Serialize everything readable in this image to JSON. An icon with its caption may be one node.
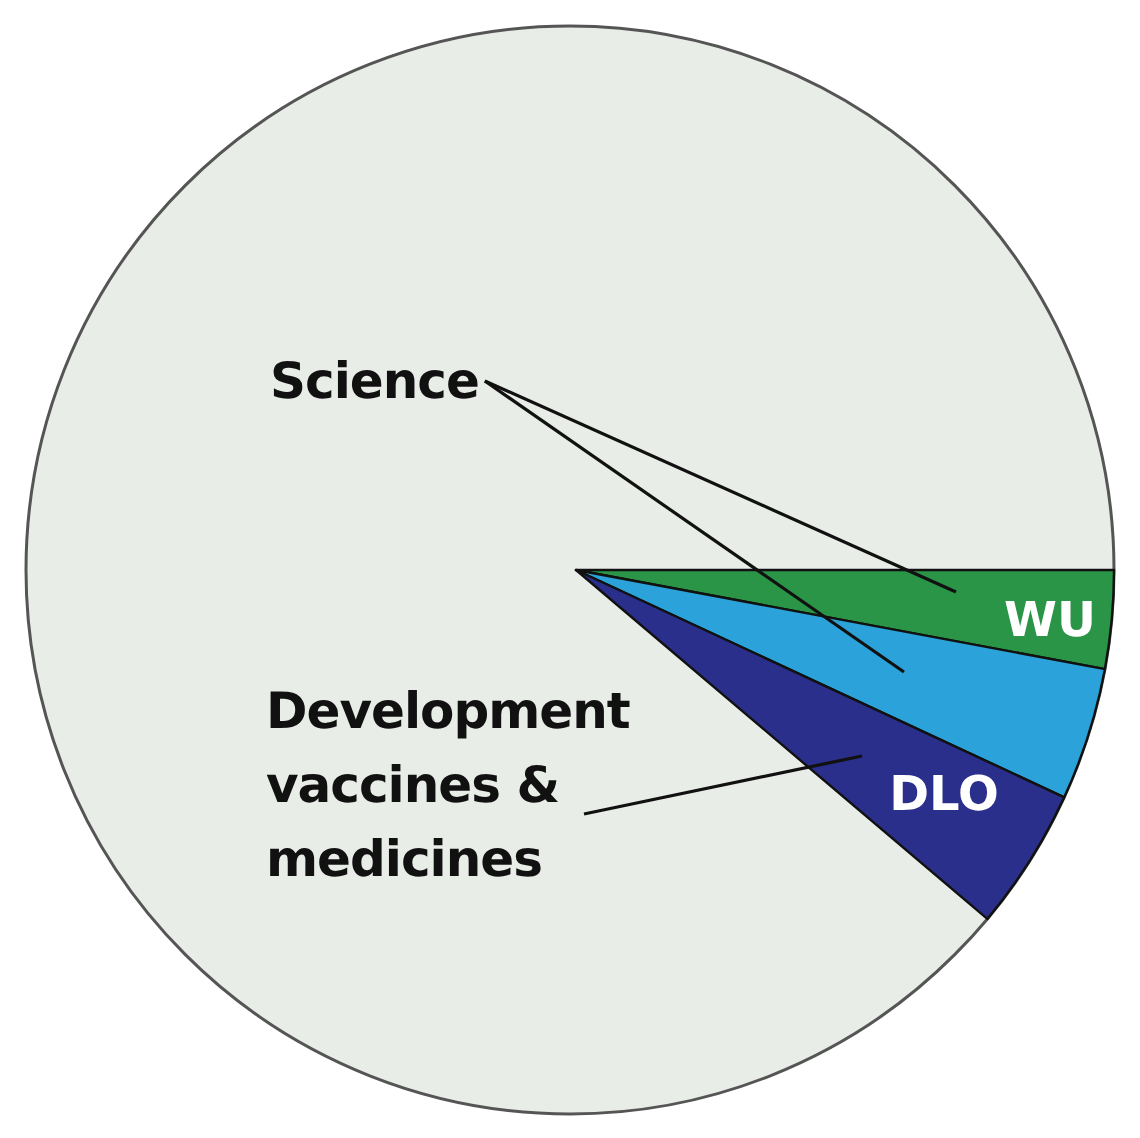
{
  "diagram": {
    "nodes": [
      {
        "text": [
          "Science"
        ]
      },
      {
        "text": [
          "WU"
        ]
      },
      {
        "text": [],
        "shape": "wedge"
      },
      {
        "text": [],
        "shape": "wedge"
      },
      {
        "text": [
          "Development vaccines & medicines"
        ]
      }
    ],
    "edges": [
      {
        "from": 0,
        "to": 1,
        "arrow": "none"
      },
      {
        "from": 0,
        "to": 2,
        "arrow": "none"
      },
      {
        "from": 4,
        "to": 3,
        "arrow": "none"
      }
    ],
    "labels": [
      "DLO"
    ]
  }
}
